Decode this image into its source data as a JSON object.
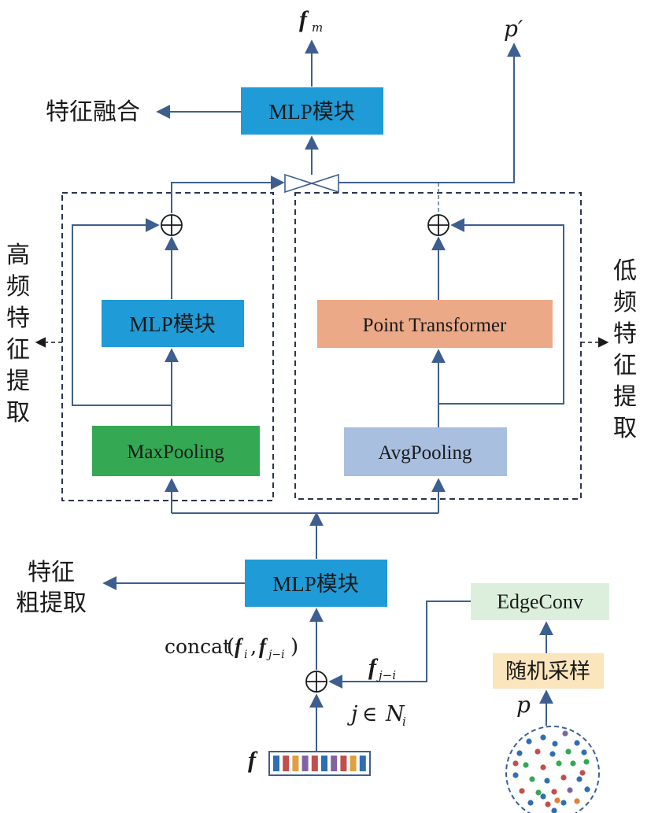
{
  "colors": {
    "mlp": "#1f9bd7",
    "maxpool": "#34a853",
    "avgpool": "#a9bfe0",
    "transformer": "#eba988",
    "edgeconv": "#dcefdc",
    "sampling": "#fbe5bd",
    "wire": "#3d5f8f"
  },
  "outputs": {
    "fm": "f",
    "fm_sub": "m",
    "pprime": "p′"
  },
  "top": {
    "mlp_label": "MLP模块",
    "fusion_label": "特征融合"
  },
  "high_branch": {
    "side_label": [
      "高",
      "频",
      "特",
      "征",
      "提",
      "取"
    ],
    "mlp_label": "MLP模块",
    "pool_label": "MaxPooling"
  },
  "low_branch": {
    "side_label": [
      "低",
      "频",
      "特",
      "征",
      "提",
      "取"
    ],
    "transformer_label": "Point Transformer",
    "pool_label": "AvgPooling"
  },
  "bottom": {
    "mlp_label": "MLP模块",
    "coarse_label_line1": "特征",
    "coarse_label_line2": "粗提取",
    "concat_label": "concat",
    "fi": "f",
    "fi_sub": "i",
    "fji": "f",
    "fji_sub": "j−i",
    "neighbor_j": "j",
    "neighbor_set": "N",
    "neighbor_sub": "i",
    "input_f": "f",
    "input_p": "p",
    "edgeconv_label": "EdgeConv",
    "sampling_label": "随机采样"
  },
  "feature_vector_colors": [
    "#2f6db5",
    "#c0504d",
    "#e0a040",
    "#8064a2",
    "#c0504d",
    "#2f6db5",
    "#8064a2",
    "#c0504d",
    "#e0a040",
    "#2f6db5"
  ],
  "point_cloud_colors": [
    "#2f6db5",
    "#c0504d",
    "#34a853",
    "#8064a2",
    "#e0803a"
  ]
}
